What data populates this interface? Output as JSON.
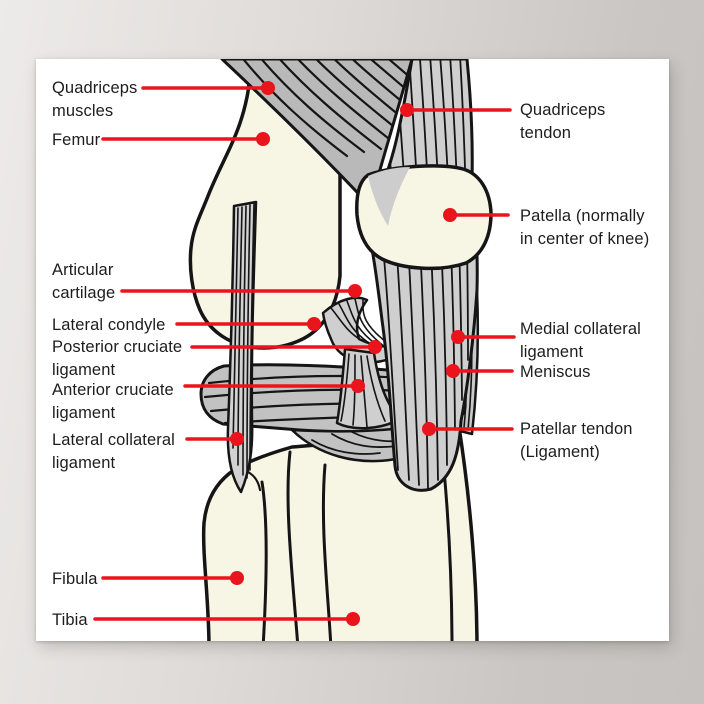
{
  "poster": {
    "type": "anatomical diagram poster",
    "subject": "Knee joint diagram with labeled structures",
    "background_color": "#ffffff"
  },
  "scene": {
    "backdrop_gradient_left": "#edebe9",
    "backdrop_gradient_right": "#c5c2bf"
  },
  "colors": {
    "label_text": "#1d1d1d",
    "leader_line_red": "#e9141c",
    "bone_fill": "#f7f5e4",
    "muscle_fill": "#b9b9b9",
    "tendon_fill": "#cfcfcf",
    "meniscus_fill": "#c2c2c2",
    "outline": "#151515"
  },
  "labels": {
    "left": [
      {
        "id": "quadriceps-muscles",
        "text": "Quadriceps\nmuscles"
      },
      {
        "id": "femur",
        "text": "Femur"
      },
      {
        "id": "articular-cartilage",
        "text": "Articular\ncartilage"
      },
      {
        "id": "lateral-condyle",
        "text": "Lateral condyle"
      },
      {
        "id": "posterior-cruciate-ligament",
        "text": "Posterior cruciate\nligament"
      },
      {
        "id": "anterior-cruciate-ligament",
        "text": "Anterior cruciate\nligament"
      },
      {
        "id": "lateral-collateral-ligament",
        "text": "Lateral collateral\nligament"
      },
      {
        "id": "fibula",
        "text": "Fibula"
      },
      {
        "id": "tibia",
        "text": "Tibia"
      }
    ],
    "right": [
      {
        "id": "quadriceps-tendon",
        "text": "Quadriceps\ntendon"
      },
      {
        "id": "patella",
        "text": "Patella (normally\nin center of knee)"
      },
      {
        "id": "medial-collateral-ligament",
        "text": "Medial collateral\nligament"
      },
      {
        "id": "meniscus",
        "text": "Meniscus"
      },
      {
        "id": "patellar-tendon",
        "text": "Patellar tendon\n(Ligament)"
      }
    ]
  }
}
